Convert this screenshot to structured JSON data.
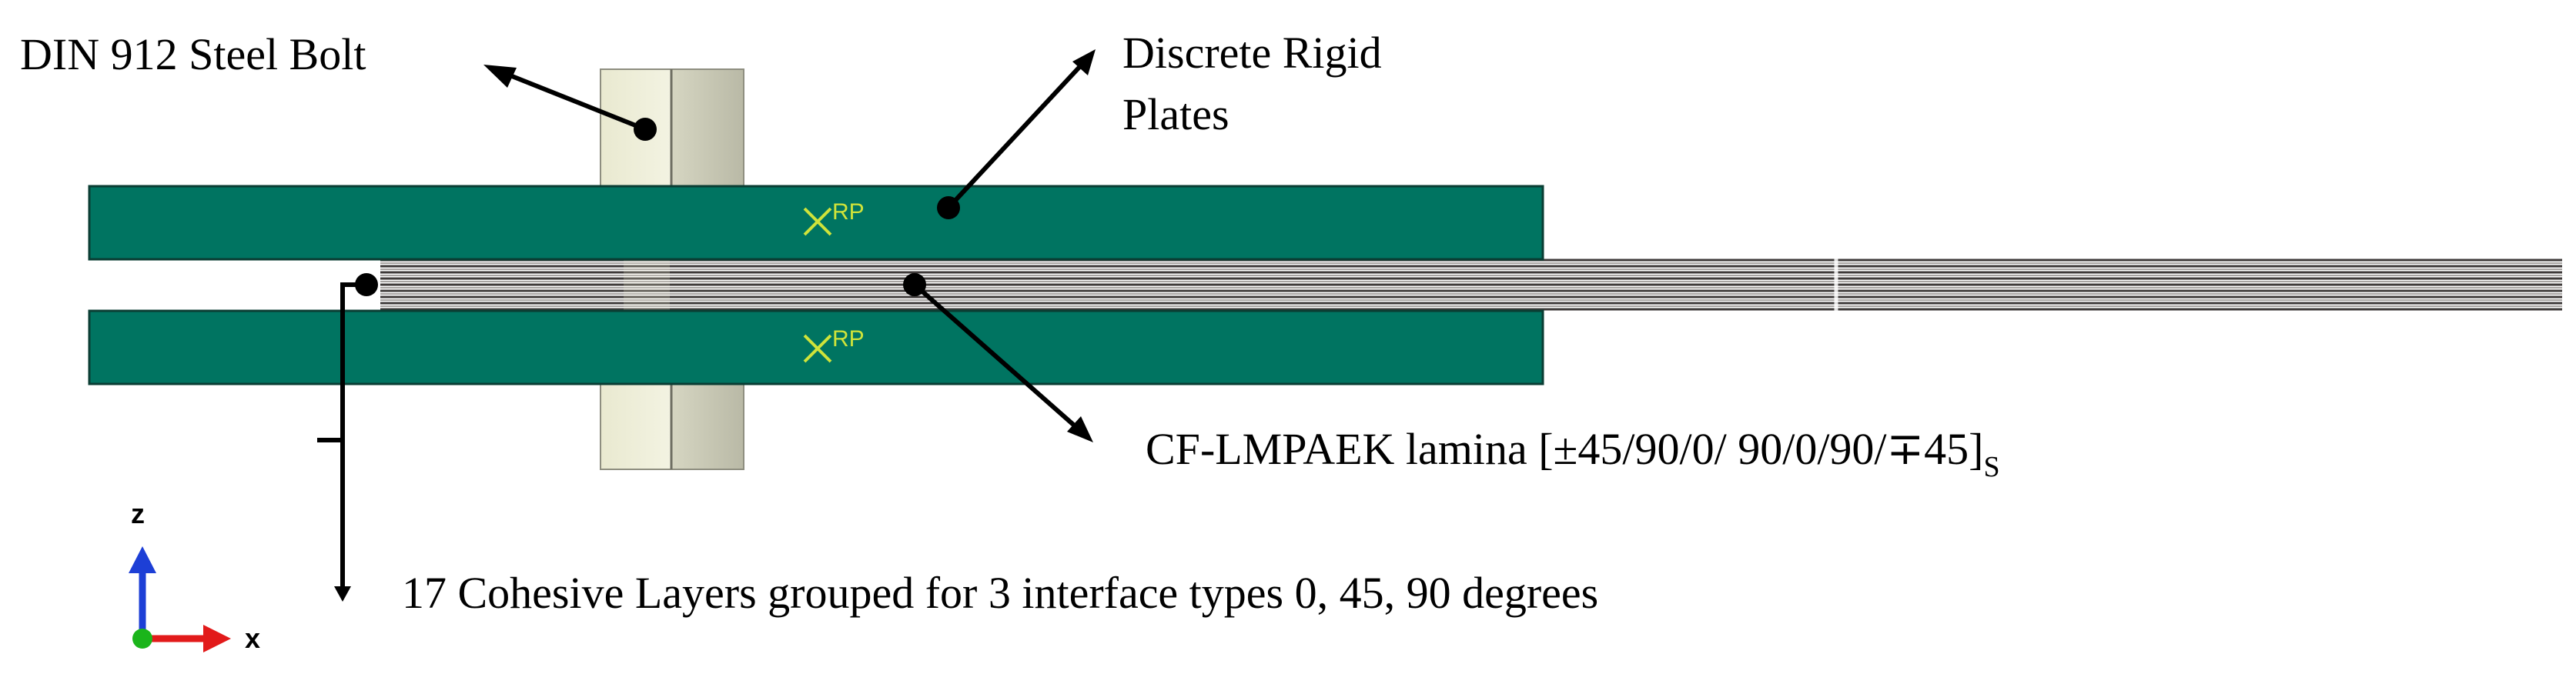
{
  "labels": {
    "bolt": "DIN 912 Steel Bolt",
    "plates_line1": "Discrete Rigid",
    "plates_line2": "Plates",
    "lamina_main": "CF-LMPAEK lamina [±45/90/0/ 90/0/90/∓45]",
    "lamina_subscript": "S",
    "cohesive": "17 Cohesive Layers grouped for 3 interface types 0, 45, 90 degrees"
  },
  "reference_points": {
    "top": "RP",
    "bottom": "RP"
  },
  "axes": {
    "vertical": "z",
    "horizontal": "x"
  },
  "icons": {
    "reference_point_marker": "cross-mark-icon",
    "axis_origin": "origin-dot-icon",
    "z_axis": "arrow-up-icon",
    "x_axis": "arrow-right-icon"
  },
  "colors": {
    "plate_fill": "#007461",
    "plate_edge": "#0a3d33",
    "bolt_light": "#eeeed8",
    "bolt_dark": "#c4c4b0",
    "laminate_dark": "#3e3a39",
    "rp_marker": "#cfe33a",
    "z_axis": "#1d3fd6",
    "x_axis": "#e21a1a",
    "origin": "#1bb51b"
  }
}
